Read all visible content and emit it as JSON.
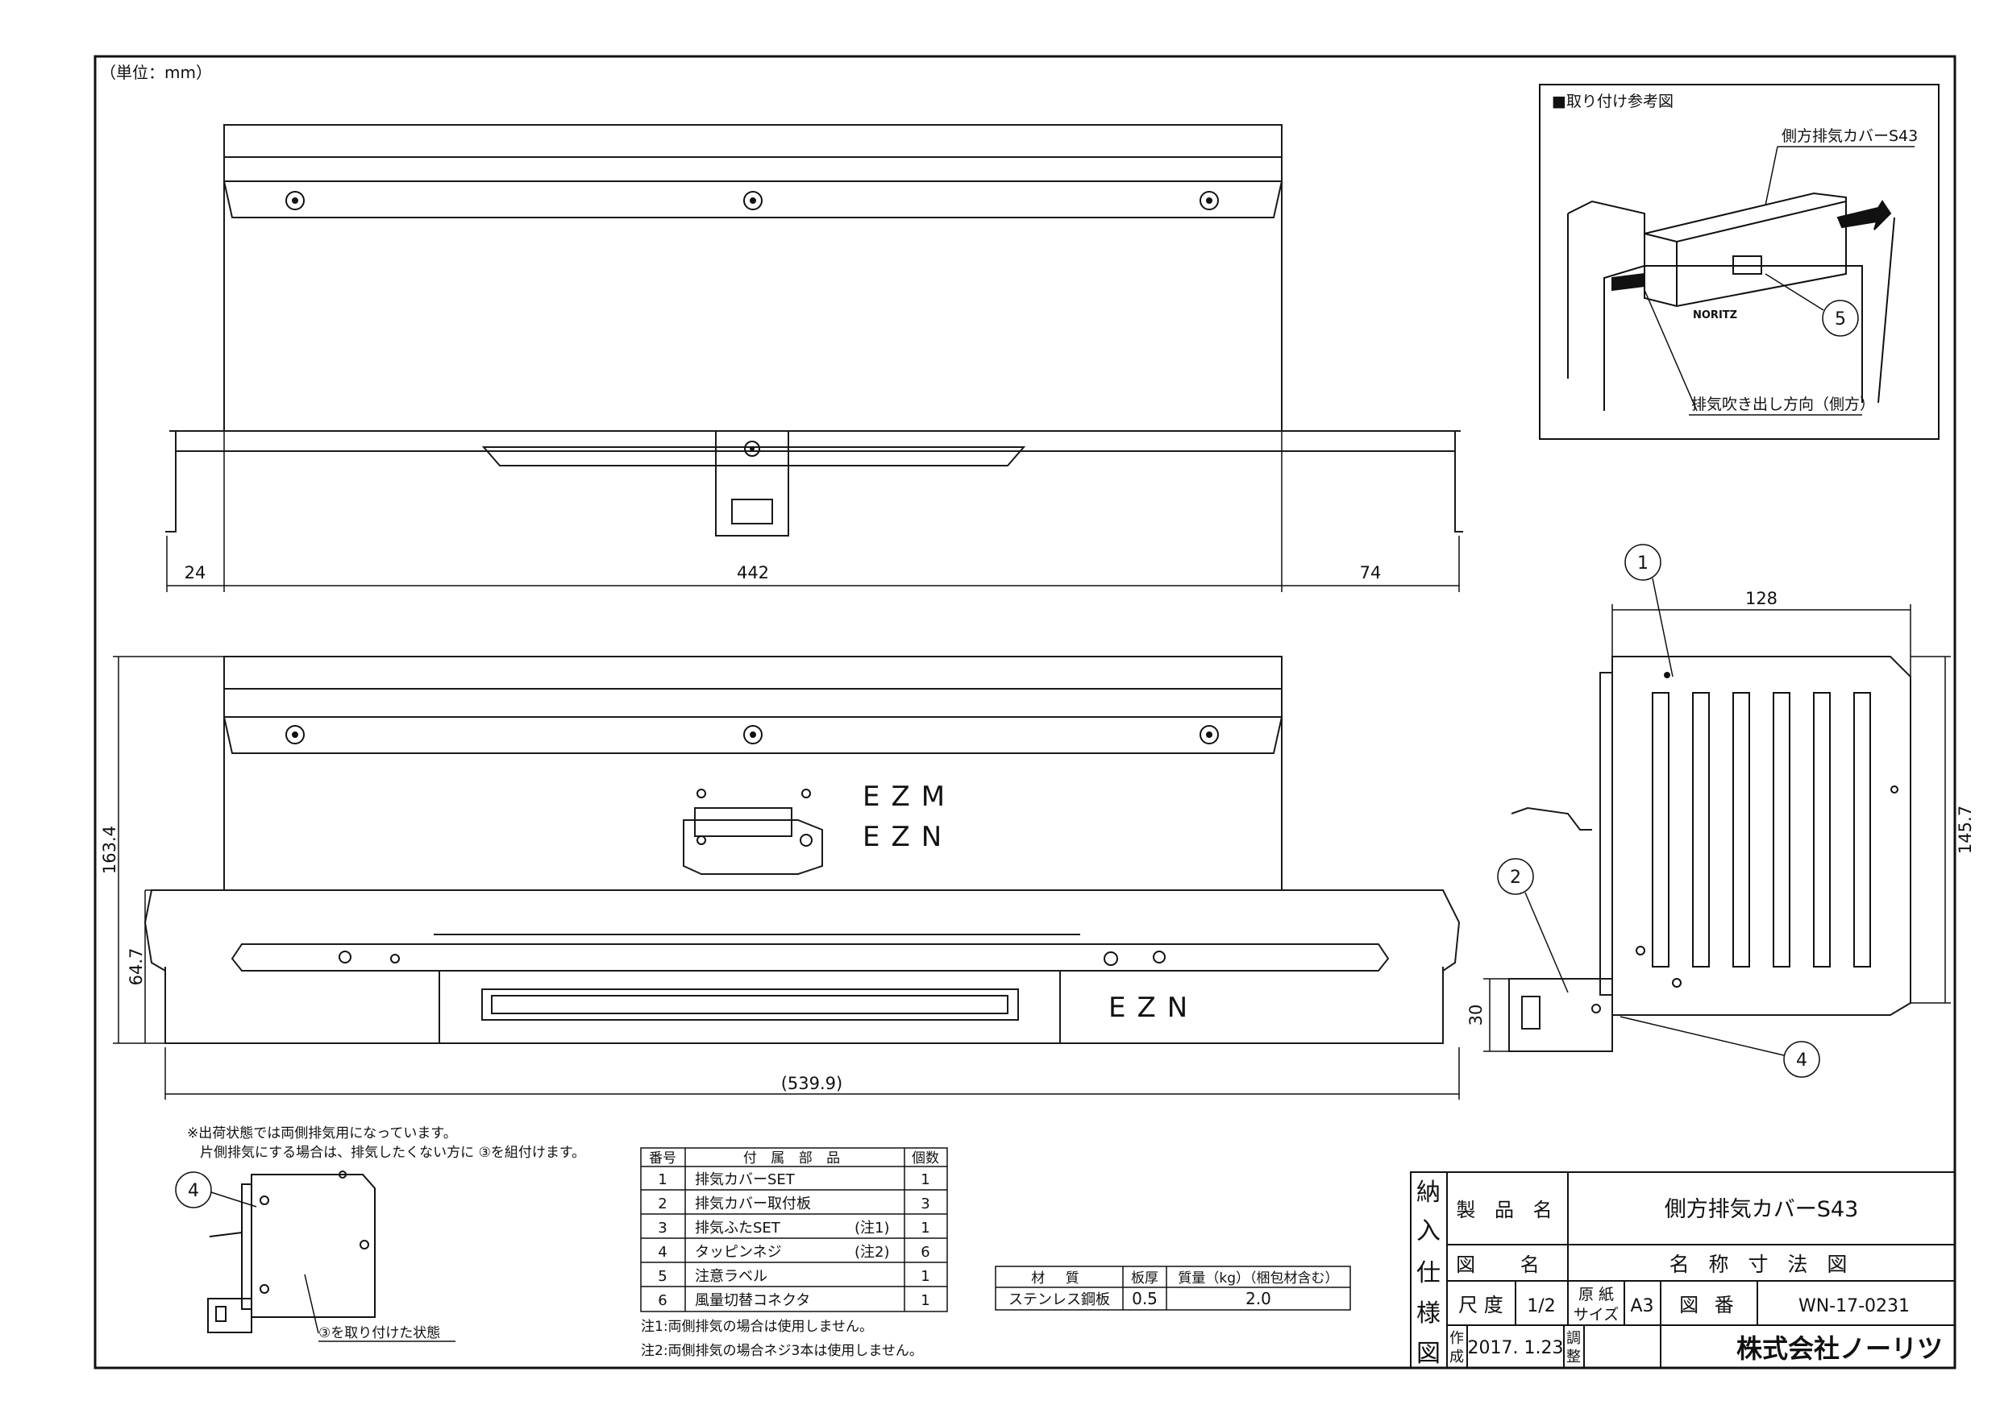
{
  "unit_note": "（単位：mm）",
  "dimensions": {
    "top_view": [
      "24",
      "442",
      "74"
    ],
    "front_view_width": "(539.9)",
    "front_view_height_total": "163.4",
    "front_view_height_lower": "64.7",
    "side_view_width": "128",
    "side_view_height": "145.7",
    "side_view_bracket": "30"
  },
  "model_marks": [
    "EZM",
    "EZN",
    "EZN"
  ],
  "callouts": [
    "1",
    "2",
    "4",
    "5",
    "4"
  ],
  "reference": {
    "title": "■取り付け参考図",
    "cover_label": "側方排気カバーS43",
    "direction_label": "排気吹き出し方向（側方）",
    "logo": "NORITZ"
  },
  "notes": {
    "line1": "※出荷状態では両側排気用になっています。",
    "line2": "片側排気にする場合は、排気したくない方に ③を組付けます。",
    "attached_label": "③を取り付けた状態"
  },
  "parts_table": {
    "headers": [
      "番号",
      "付 属 部 品",
      "個数"
    ],
    "rows": [
      {
        "no": "1",
        "name": "排気カバーSET",
        "note": "",
        "qty": "1"
      },
      {
        "no": "2",
        "name": "排気カバー取付板",
        "note": "",
        "qty": "3"
      },
      {
        "no": "3",
        "name": "排気ふたSET",
        "note": "(注1)",
        "qty": "1"
      },
      {
        "no": "4",
        "name": "タッピンネジ",
        "note": "(注2)",
        "qty": "6"
      },
      {
        "no": "5",
        "name": "注意ラベル",
        "note": "",
        "qty": "1"
      },
      {
        "no": "6",
        "name": "風量切替コネクタ",
        "note": "",
        "qty": "1"
      }
    ],
    "note1": "注1:両側排気の場合は使用しません。",
    "note2": "注2:両側排気の場合ネジ3本は使用しません。"
  },
  "material_table": {
    "headers": [
      "材 質",
      "板厚",
      "質量（kg）（梱包材含む）"
    ],
    "row": [
      "ステンレス鋼板",
      "0.5",
      "2.0"
    ]
  },
  "title_block": {
    "side": [
      "納",
      "入",
      "仕",
      "様",
      "図"
    ],
    "product_label": "製 品 名",
    "product_value": "側方排気カバーS43",
    "drawing_label": "図 名",
    "drawing_value": "名 称 寸 法 図",
    "scale_label": "尺 度",
    "scale_value": "1/2",
    "paper_label_1": "原 紙",
    "paper_label_2": "サイズ",
    "paper_value": "A3",
    "drawing_no_label": "図 番",
    "drawing_no_value": "WN-17-0231",
    "made_label_1": "作",
    "made_label_2": "成",
    "date": "2017. 1.23",
    "adj_label_1": "調",
    "adj_label_2": "整",
    "company": "株式会社ノーリツ"
  }
}
